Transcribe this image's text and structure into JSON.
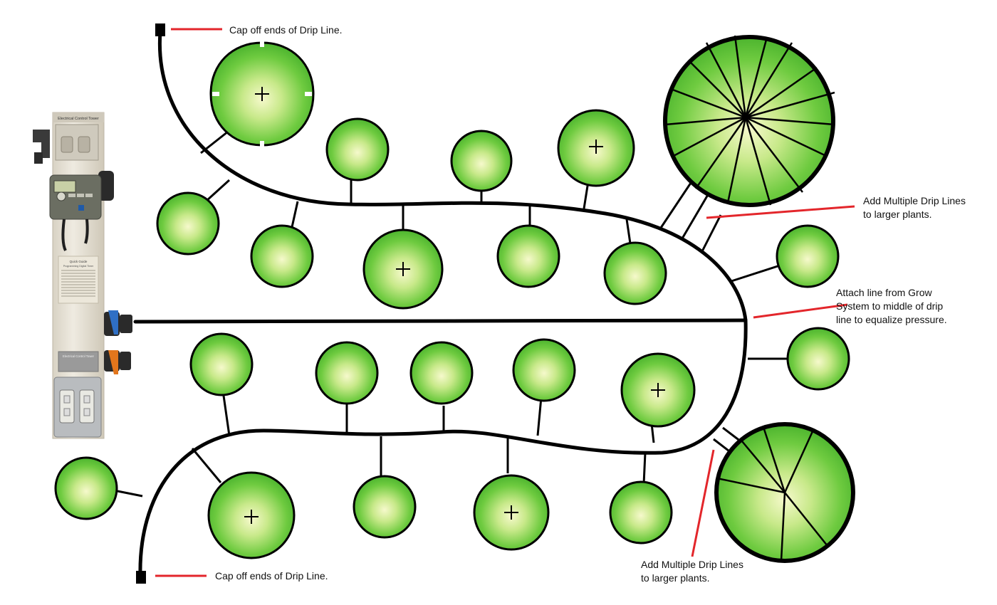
{
  "labels": {
    "cap_top": "Cap off ends of Drip Line.",
    "cap_bottom": "Cap off ends of Drip Line.",
    "multi_top": "Add Multiple Drip Lines\nto larger plants.",
    "attach": "Attach line from Grow\nSystem to middle of drip\nline to equalize pressure.",
    "multi_bottom": "Add Multiple Drip Lines\nto larger plants."
  },
  "tower": {
    "header": "Electrical Control Tower",
    "timer_title": "Quick Guide",
    "timer_subtitle": "Programming Digital Timer",
    "panel_title": "Electrical Control Tower"
  },
  "colors": {
    "plant_fill": "#5ec43a",
    "plant_center": "#f3f7c2",
    "drip_line": "#000000",
    "callout": "#e3262b",
    "tower_body": "#e8e3d6",
    "valve_blue": "#2f6fc4",
    "valve_orange": "#e2761c"
  }
}
